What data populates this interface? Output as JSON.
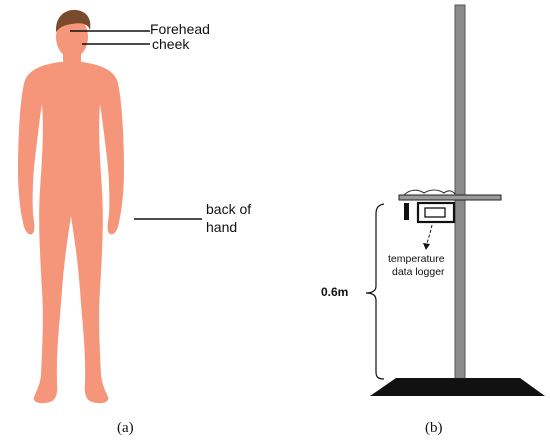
{
  "panel_a": {
    "labels": {
      "forehead": "Forehead",
      "cheek": "cheek",
      "back_of_hand_line1": "back of",
      "back_of_hand_line2": "hand"
    },
    "caption": "(a)",
    "colors": {
      "skin": "#f5957a",
      "hair": "#7a4a2c",
      "line": "#111111"
    }
  },
  "panel_b": {
    "labels": {
      "height": "0.6m",
      "logger_line1": "temperature",
      "logger_line2": "data logger"
    },
    "caption": "(b)",
    "colors": {
      "pole": "#8a8a8a",
      "base": "#111111"
    }
  }
}
